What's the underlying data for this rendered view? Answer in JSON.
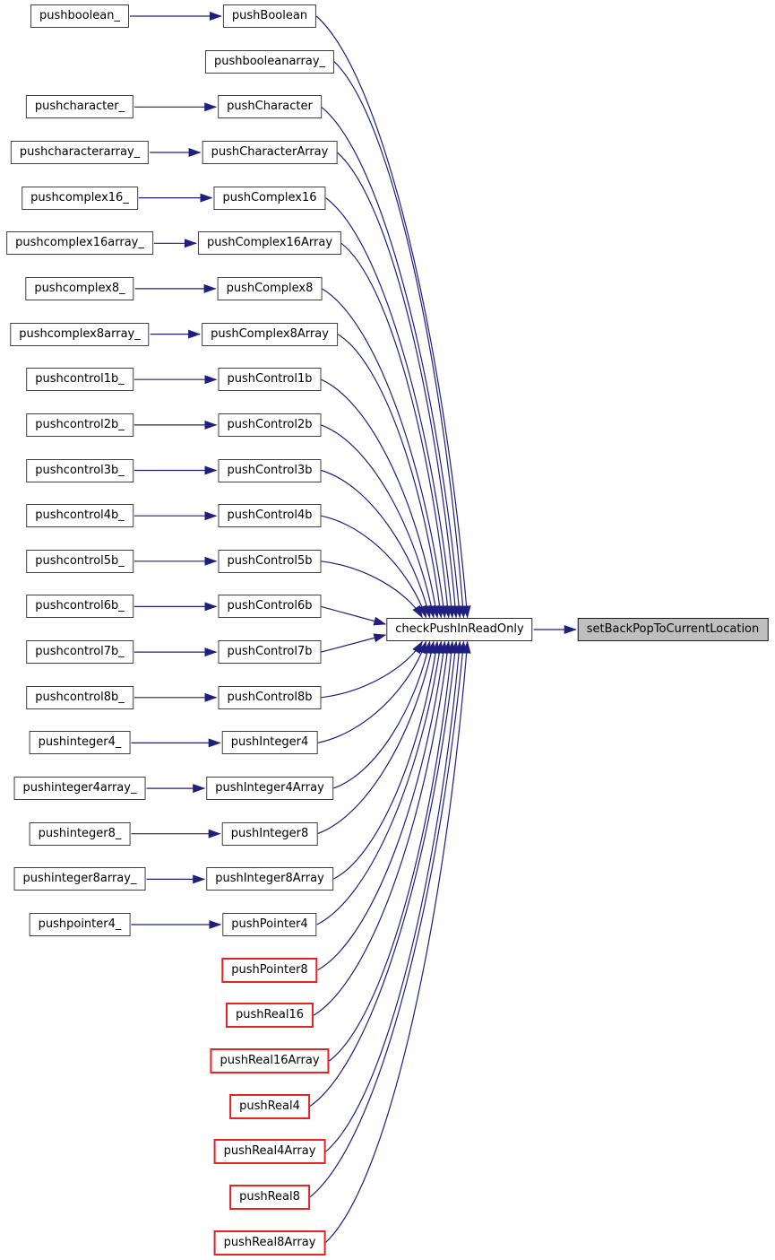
{
  "diagram": {
    "type": "call-graph",
    "rows": [
      {
        "caller": "pushboolean_",
        "callee": "pushBoolean",
        "callee_style": "normal"
      },
      {
        "caller": null,
        "callee": "pushbooleanarray_",
        "callee_style": "normal"
      },
      {
        "caller": "pushcharacter_",
        "callee": "pushCharacter",
        "callee_style": "normal"
      },
      {
        "caller": "pushcharacterarray_",
        "callee": "pushCharacterArray",
        "callee_style": "normal"
      },
      {
        "caller": "pushcomplex16_",
        "callee": "pushComplex16",
        "callee_style": "normal"
      },
      {
        "caller": "pushcomplex16array_",
        "callee": "pushComplex16Array",
        "callee_style": "normal"
      },
      {
        "caller": "pushcomplex8_",
        "callee": "pushComplex8",
        "callee_style": "normal"
      },
      {
        "caller": "pushcomplex8array_",
        "callee": "pushComplex8Array",
        "callee_style": "normal"
      },
      {
        "caller": "pushcontrol1b_",
        "callee": "pushControl1b",
        "callee_style": "normal"
      },
      {
        "caller": "pushcontrol2b_",
        "callee": "pushControl2b",
        "callee_style": "normal"
      },
      {
        "caller": "pushcontrol3b_",
        "callee": "pushControl3b",
        "callee_style": "normal"
      },
      {
        "caller": "pushcontrol4b_",
        "callee": "pushControl4b",
        "callee_style": "normal"
      },
      {
        "caller": "pushcontrol5b_",
        "callee": "pushControl5b",
        "callee_style": "normal"
      },
      {
        "caller": "pushcontrol6b_",
        "callee": "pushControl6b",
        "callee_style": "normal"
      },
      {
        "caller": "pushcontrol7b_",
        "callee": "pushControl7b",
        "callee_style": "normal"
      },
      {
        "caller": "pushcontrol8b_",
        "callee": "pushControl8b",
        "callee_style": "normal"
      },
      {
        "caller": "pushinteger4_",
        "callee": "pushInteger4",
        "callee_style": "normal"
      },
      {
        "caller": "pushinteger4array_",
        "callee": "pushInteger4Array",
        "callee_style": "normal"
      },
      {
        "caller": "pushinteger8_",
        "callee": "pushInteger8",
        "callee_style": "normal"
      },
      {
        "caller": "pushinteger8array_",
        "callee": "pushInteger8Array",
        "callee_style": "normal"
      },
      {
        "caller": "pushpointer4_",
        "callee": "pushPointer4",
        "callee_style": "normal"
      },
      {
        "caller": null,
        "callee": "pushPointer8",
        "callee_style": "red"
      },
      {
        "caller": null,
        "callee": "pushReal16",
        "callee_style": "red"
      },
      {
        "caller": null,
        "callee": "pushReal16Array",
        "callee_style": "red"
      },
      {
        "caller": null,
        "callee": "pushReal4",
        "callee_style": "red"
      },
      {
        "caller": null,
        "callee": "pushReal4Array",
        "callee_style": "red"
      },
      {
        "caller": null,
        "callee": "pushReal8",
        "callee_style": "red"
      },
      {
        "caller": null,
        "callee": "pushReal8Array",
        "callee_style": "red"
      }
    ],
    "hub": {
      "label": "checkPushInReadOnly"
    },
    "target": {
      "label": "setBackPopToCurrentLocation"
    },
    "colors": {
      "edge": "#1f1f80",
      "node_border": "#404040",
      "node_border_red": "#e62222",
      "node_bg": "#ffffff",
      "target_bg": "#bfbfbf",
      "target_border": "#1a1a1a",
      "text": "#000000",
      "background": "#ffffff"
    }
  }
}
